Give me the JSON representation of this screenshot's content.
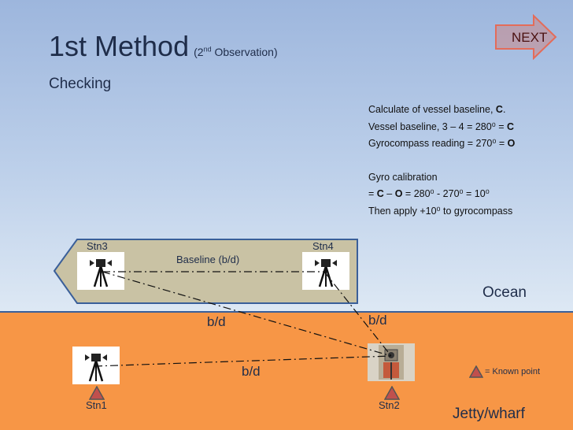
{
  "header": {
    "title": "1st Method",
    "subtitle_pre": "(2",
    "subtitle_sup": "nd",
    "subtitle_post": " Observation)",
    "section": "Checking",
    "next_label": "NEXT"
  },
  "calculation": {
    "line1_text": "Calculate of vessel baseline, ",
    "line1_bold": "C",
    "line1_end": ".",
    "line2_text": "Vessel baseline, 3 – 4 = 280⁰ = ",
    "line2_bold": "C",
    "line3_text": "Gyrocompass reading = 270⁰ = ",
    "line3_bold": "O",
    "line4": "Gyro calibration",
    "line5_a": "= ",
    "line5_b": "C",
    "line5_c": " – ",
    "line5_d": "O",
    "line5_e": " = 280⁰ - 270⁰ = 10⁰",
    "line6": "Then apply +10⁰ to gyrocompass"
  },
  "diagram": {
    "stations": [
      "Stn1",
      "Stn2",
      "Stn3",
      "Stn4"
    ],
    "baseline_label": "Baseline (b/d)",
    "bd_label": "b/d",
    "ocean_label": "Ocean",
    "jetty_label": "Jetty/wharf",
    "legend_label": "= Known point"
  },
  "colors": {
    "sky": "#9db6dd",
    "jetty": "#f79646",
    "vessel": "#c9c2a4",
    "vessel_border": "#3a5f99",
    "known_point": "#c0504d",
    "next_arrow": "#e36c5a"
  }
}
